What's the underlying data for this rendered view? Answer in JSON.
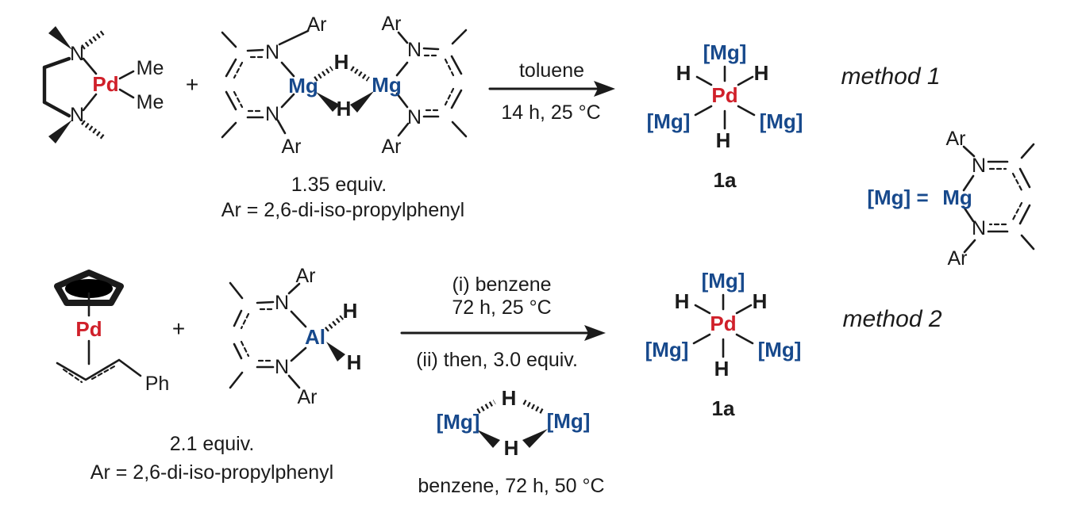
{
  "colors": {
    "pd_red": "#d0202a",
    "metal_blue": "#17498c",
    "bond_black": "#1b1b1b"
  },
  "atoms": {
    "pd": "Pd",
    "mg": "Mg",
    "al": "Al",
    "n": "N",
    "h": "H",
    "mg_bracket": "[Mg]"
  },
  "groups": {
    "me": "Me",
    "ar": "Ar",
    "ph": "Ph"
  },
  "symbols": {
    "plus": "+"
  },
  "mg_definition": {
    "lhs": "[Mg] =",
    "metal": "Mg"
  },
  "method1": {
    "label": "method 1",
    "equiv_note": "1.35 equiv.",
    "ar_note": "Ar = 2,6-di-iso-propylphenyl",
    "arrow_above": "toluene",
    "arrow_below": "14 h, 25 °C",
    "product_label": "1a"
  },
  "method2": {
    "label": "method 2",
    "equiv_note": "2.1 equiv.",
    "ar_note": "Ar = 2,6-di-iso-propylphenyl",
    "arrow_above_1": "(i) benzene",
    "arrow_above_2": "72 h, 25 °C",
    "arrow_below": "(ii) then, 3.0 equiv.",
    "additive_note": "benzene, 72 h, 50 °C",
    "product_label": "1a"
  }
}
